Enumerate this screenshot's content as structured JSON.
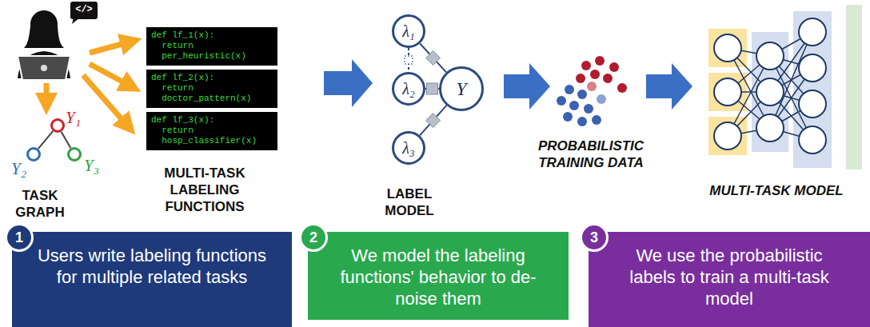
{
  "diagram": {
    "nodes": [
      {
        "text": [
          "Y₁"
        ]
      },
      {
        "text": [
          "Y₂"
        ]
      },
      {
        "text": [
          "Y₃"
        ]
      },
      {
        "text": [
          "def lf_1(x):",
          "return",
          "per_heuristic(x)"
        ]
      },
      {
        "text": [
          "def lf_2(x):",
          "return",
          "doctor_pattern(x)"
        ]
      },
      {
        "text": [
          "def lf_3(x):",
          "return",
          "hosp_classifier(x)"
        ]
      },
      {
        "text": [
          "λ₁"
        ]
      },
      {
        "text": [
          "λ₂"
        ]
      },
      {
        "text": [
          "Y"
        ]
      },
      {
        "text": [
          "λ₃"
        ]
      },
      {
        "text": [
          "1"
        ]
      },
      {
        "text": [
          "Users write labeling functions for multiple related tasks"
        ]
      },
      {
        "text": [
          "2"
        ]
      },
      {
        "text": [
          "We model the labeling functions' behavior to de-noise them"
        ]
      },
      {
        "text": [
          "3"
        ]
      },
      {
        "text": [
          "We use the probabilistic labels to train a multi-task model"
        ]
      }
    ],
    "edges": [
      {
        "from": 0,
        "to": 1,
        "arrow": "none"
      },
      {
        "from": 0,
        "to": 2,
        "arrow": "none"
      },
      {
        "from": 6,
        "to": 8,
        "arrow": "none"
      },
      {
        "from": 7,
        "to": 8,
        "arrow": "none"
      },
      {
        "from": 9,
        "to": 8,
        "arrow": "none"
      },
      {
        "from": 6,
        "to": 7,
        "arrow": "none"
      }
    ],
    "labels": [
      "</>",
      "TASK GRAPH",
      "MULTI-TASK LABELING FUNCTIONS",
      "LABEL MODEL",
      "PROBABILISTIC TRAINING DATA",
      "MULTI-TASK MODEL"
    ]
  }
}
